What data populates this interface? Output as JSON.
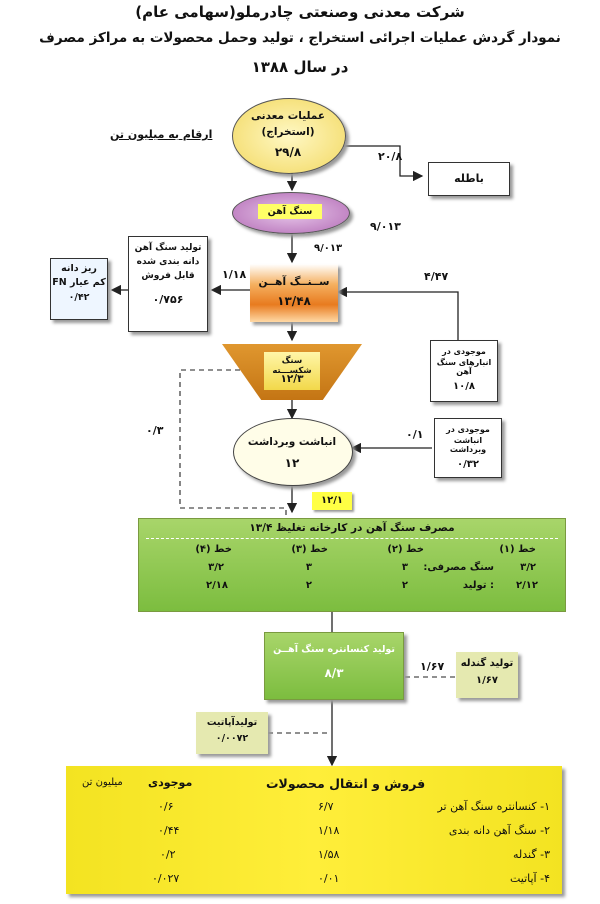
{
  "header": {
    "company": "شرکت معدنی وصنعتی چادرملو(سهامی عام)",
    "title": "نمودار گردش عملیات اجرائی استخراج ، تولید وحمل محصولات به مراکز مصرف",
    "year": "در سال ۱۳۸۸"
  },
  "units_note": "ارقام به میلیون تن",
  "mining": {
    "line1": "عملیات معدنی",
    "line2": "(استخراج)",
    "value": "۲۹/۸"
  },
  "waste": {
    "label": "باطله",
    "value": "۲۰/۸"
  },
  "iron_ore_top": {
    "label": "سنگ آهن",
    "value_right": "۹/۰۱۳"
  },
  "flow_913": "۹/۰۱۳",
  "iron_ore_main": {
    "label": "ســنــگ آهــن",
    "value": "۱۳/۴۸"
  },
  "sellable": {
    "line1": "تولید سنگ آهن",
    "line2": "دانه بندی شده",
    "line3": "قابل فروش",
    "value": "۰/۷۵۶",
    "flow": "۱/۱۸"
  },
  "fines": {
    "line1": "ریز دانه",
    "line2": "FN کم عیار",
    "value": "۰/۴۲"
  },
  "stock_depot": {
    "line1": "موجودی در",
    "line2": "انبارهای سنگ آهن",
    "value": "۱۰/۸",
    "flow": "۴/۴۷"
  },
  "crushed": {
    "label": "سنگ شکســـته",
    "value": "۱۲/۳"
  },
  "bypass": "۰/۳",
  "stockpile": {
    "line1": "انباشت وبرداشت",
    "value": "۱۲"
  },
  "stock_pile_inv": {
    "line1": "موجودی در",
    "line2": "انباشت وبرداشت",
    "value": "۰/۳۲",
    "flow": "۰/۱"
  },
  "to_plant": "۱۲/۱",
  "plant": {
    "title": "مصرف سنگ آهن در کارخانه تغلیظ ۱۳/۴",
    "headers": [
      "خط (۱)",
      "خط (۲)",
      "خط (۳)",
      "خط (۴)"
    ],
    "consumption_label": "سنگ مصرفی:",
    "consumption": [
      "۳/۲",
      "۳",
      "۳",
      "۳/۲"
    ],
    "production_label": ":  تولید",
    "production": [
      "۲/۱۲",
      "۲",
      "۲",
      "۲/۱۸"
    ]
  },
  "concentrate": {
    "line1": "تولید کنسانتره سنگ آهــن",
    "value": "۸/۳"
  },
  "pellet": {
    "label": "تولید گندله",
    "value": "۱/۶۷",
    "flow": "۱/۶۷"
  },
  "apatite": {
    "label": "تولیدآپاتیت",
    "value": "۰/۰۰۷۲"
  },
  "sales": {
    "title": "فروش و انتقال محصولات",
    "stock_header": "موجودی",
    "unit": "میلیون تن",
    "rows": [
      {
        "name": "۱- کنسانتره سنگ آهن تر",
        "sold": "۶/۷",
        "stock": "۰/۶"
      },
      {
        "name": "۲- سنگ آهن دانه بندی",
        "sold": "۱/۱۸",
        "stock": "۰/۴۴"
      },
      {
        "name": "۳- گندله",
        "sold": "۱/۵۸",
        "stock": "۰/۲"
      },
      {
        "name": "۴- آپاتیت",
        "sold": "۰/۰۱",
        "stock": "۰/۰۲۷"
      }
    ]
  }
}
